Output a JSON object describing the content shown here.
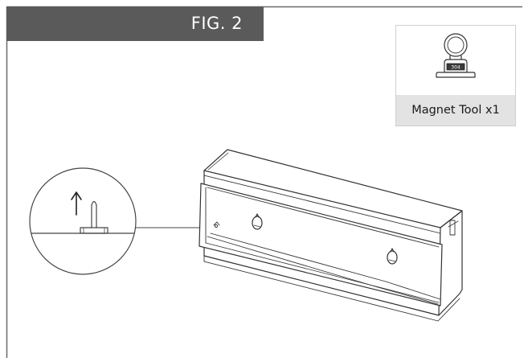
{
  "figure": {
    "label": "FIG. 2"
  },
  "tool": {
    "label": "Magnet Tool  x1",
    "stamp_text": "304"
  }
}
